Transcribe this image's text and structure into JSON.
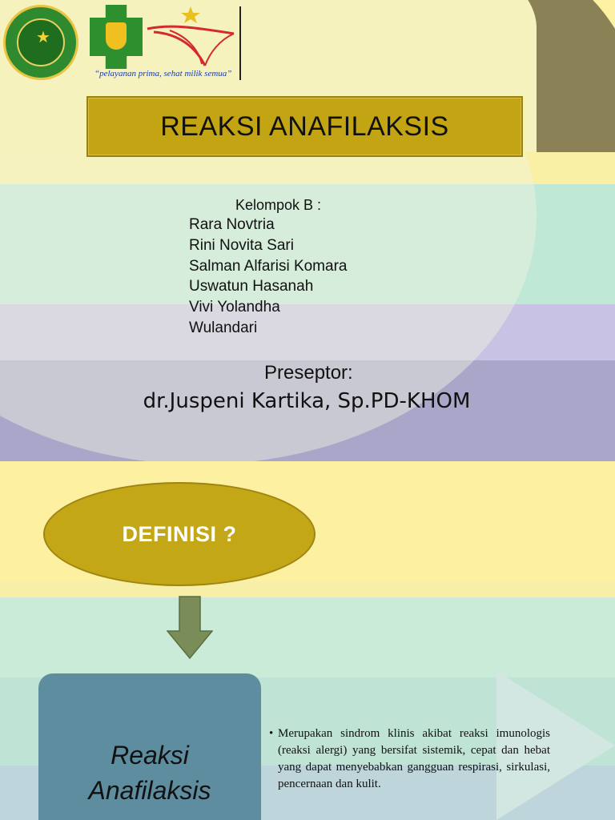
{
  "slide1": {
    "tagline": "“pelayanan prima, sehat milik semua”",
    "title": "REAKSI ANAFILAKSIS",
    "group_label": "Kelompok B :",
    "members": [
      "Rara Novtria",
      "Rini Novita Sari",
      "Salman Alfarisi Komara",
      "Uswatun Hasanah",
      "Vivi Yolandha",
      "Wulandari"
    ],
    "preseptor_label": "Preseptor:",
    "preseptor_name": "dr.Juspeni Kartika, Sp.PD-KHOM",
    "logos": [
      "university-seal",
      "hospital-cross-logo",
      "swoosh-star-logo"
    ]
  },
  "slide2": {
    "oval_label": "DEFINISI ?",
    "box_title_line1": "Reaksi",
    "box_title_line2": "Anafilaksis",
    "definition": "Merupakan sindrom klinis akibat reaksi imunologis (reaksi alergi) yang bersifat sistemik, cepat dan hebat yang dapat menyebabkan gangguan respirasi, sirkulasi, pencernaan dan kulit.",
    "bullet": "•"
  },
  "colors": {
    "gold": "#c3a412",
    "teal_box": "#5e8da0",
    "arrow": "#7a8c58",
    "background": "#fdf1a3"
  }
}
